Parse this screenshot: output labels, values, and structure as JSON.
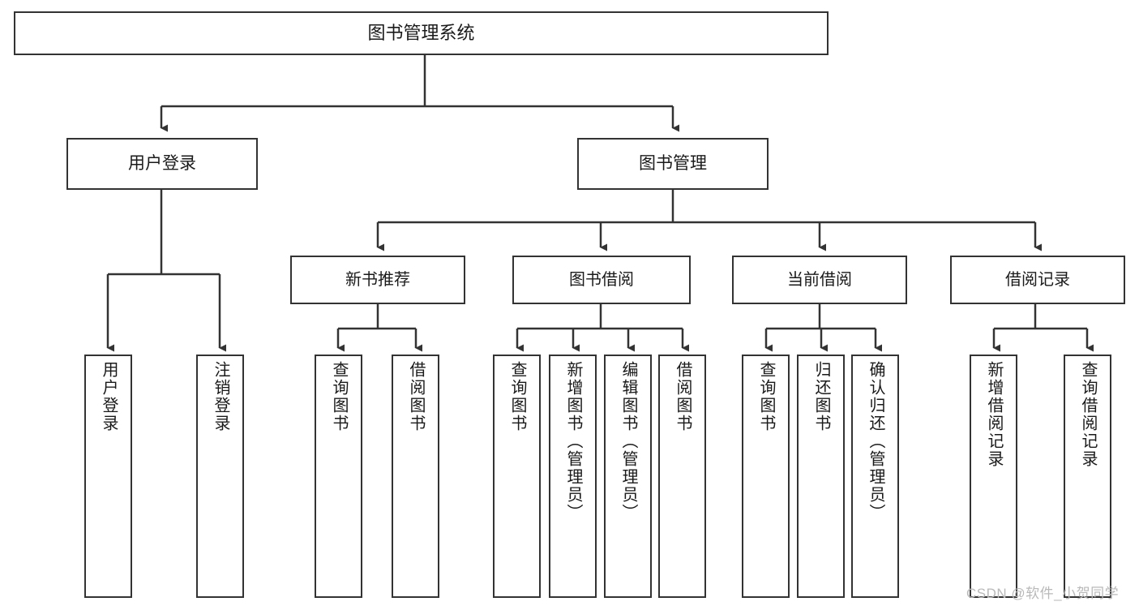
{
  "diagram": {
    "title": "图书管理系统",
    "watermark": "CSDN @软件_小贺同学",
    "colors": {
      "box_border": "#333333",
      "box_fill": "#ffffff",
      "edge": "#333333",
      "text": "#1a1a1a",
      "watermark": "#b9b9b9",
      "background": "#ffffff"
    },
    "nodes": {
      "root": {
        "label": "图书管理系统"
      },
      "level1": [
        {
          "label": "用户登录"
        },
        {
          "label": "图书管理"
        }
      ],
      "level2": [
        {
          "label": "新书推荐"
        },
        {
          "label": "图书借阅"
        },
        {
          "label": "当前借阅"
        },
        {
          "label": "借阅记录"
        }
      ],
      "leaves": {
        "user_login": [
          {
            "label": "用户登录"
          },
          {
            "label": "注销登录"
          }
        ],
        "new_book_recommend": [
          {
            "label": "查询图书"
          },
          {
            "label": "借阅图书"
          }
        ],
        "book_borrow": [
          {
            "label": "查询图书"
          },
          {
            "label": "新增图书（管理员）"
          },
          {
            "label": "编辑图书（管理员）"
          },
          {
            "label": "借阅图书"
          }
        ],
        "current_borrow": [
          {
            "label": "查询图书"
          },
          {
            "label": "归还图书"
          },
          {
            "label": "确认归还（管理员）"
          }
        ],
        "borrow_records": [
          {
            "label": "新增借阅记录"
          },
          {
            "label": "查询借阅记录"
          }
        ]
      }
    }
  }
}
